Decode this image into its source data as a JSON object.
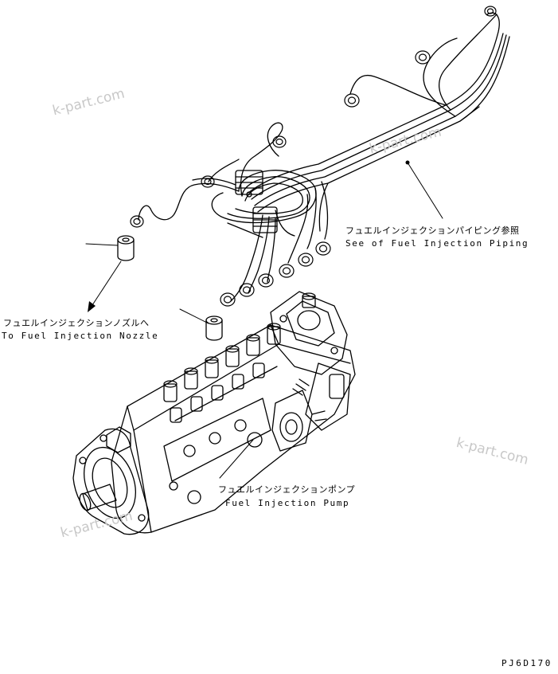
{
  "watermark_text": "k-part.com",
  "callouts": {
    "piping": {
      "jp": "フュエルインジェクションパイピング参照",
      "en": "See of Fuel Injection Piping"
    },
    "nozzle": {
      "jp": "フュエルインジェクションノズルへ",
      "en": "To Fuel Injection Nozzle"
    },
    "pump": {
      "jp": "フュエルインジェクションポンプ",
      "en": "Fuel Injection Pump"
    }
  },
  "drawing_code": "PJ6D170",
  "colors": {
    "line": "#000000",
    "watermark": "#c8c8c8",
    "background": "#ffffff"
  }
}
